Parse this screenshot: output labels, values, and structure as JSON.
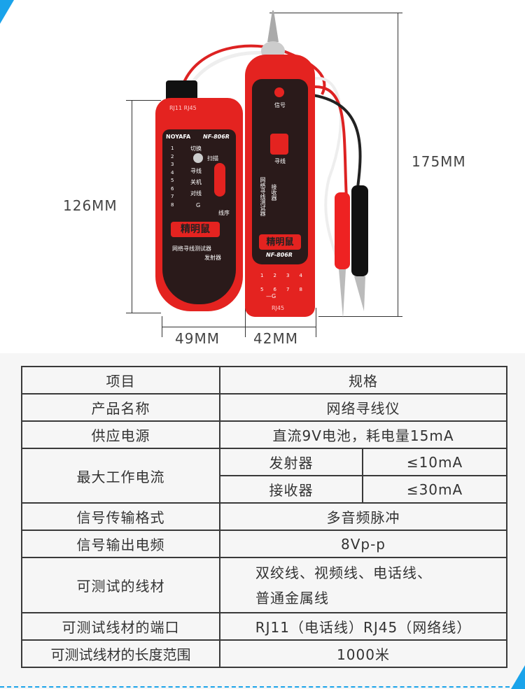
{
  "dimensions": {
    "height_transmitter": "126MM",
    "height_receiver": "175MM",
    "width_transmitter": "49MM",
    "width_receiver": "42MM"
  },
  "transmitter": {
    "brand": "NOYAFA",
    "model": "NF-806R",
    "ports": "RJ11  RJ45",
    "switch": "切换",
    "scan": "扫描",
    "trace": "寻线",
    "off": "关机",
    "pair": "对线",
    "sequence": "线序",
    "ground": "G",
    "logo": "精明鼠",
    "title": "网络寻线测试器",
    "subtitle": "发射器",
    "pins": [
      "1",
      "2",
      "3",
      "4",
      "5",
      "6",
      "7",
      "8"
    ]
  },
  "receiver": {
    "signal": "信号",
    "trace": "寻线",
    "title": "网络寻线测试器",
    "subtitle": "接收器",
    "logo": "精明鼠",
    "model": "NF-806R",
    "pins_top": [
      "1",
      "2",
      "3",
      "4"
    ],
    "pins_bottom": [
      "5",
      "6",
      "7",
      "8"
    ],
    "ground": "—G",
    "port": "RJ45"
  },
  "table": {
    "header": [
      "项目",
      "规格"
    ],
    "rows": [
      {
        "item": "产品名称",
        "spec": "网络寻线仪"
      },
      {
        "item": "供应电源",
        "spec": "直流9V电池，耗电量15mA"
      },
      {
        "item": "最大工作电流",
        "sub": [
          {
            "name": "发射器",
            "value": "≤10mA"
          },
          {
            "name": "接收器",
            "value": "≤30mA"
          }
        ]
      },
      {
        "item": "信号传输格式",
        "spec": "多音频脉冲"
      },
      {
        "item": "信号输出电频",
        "spec": "8Vp-p"
      },
      {
        "item": "可测试的线材",
        "spec_lines": [
          "双绞线、视频线、电话线、",
          "普通金属线"
        ]
      },
      {
        "item": "可测试线材的端口",
        "spec": "RJ11（电话线）RJ45（网络线）"
      },
      {
        "item": "可测试线材的长度范围",
        "spec": "1000米"
      }
    ]
  }
}
